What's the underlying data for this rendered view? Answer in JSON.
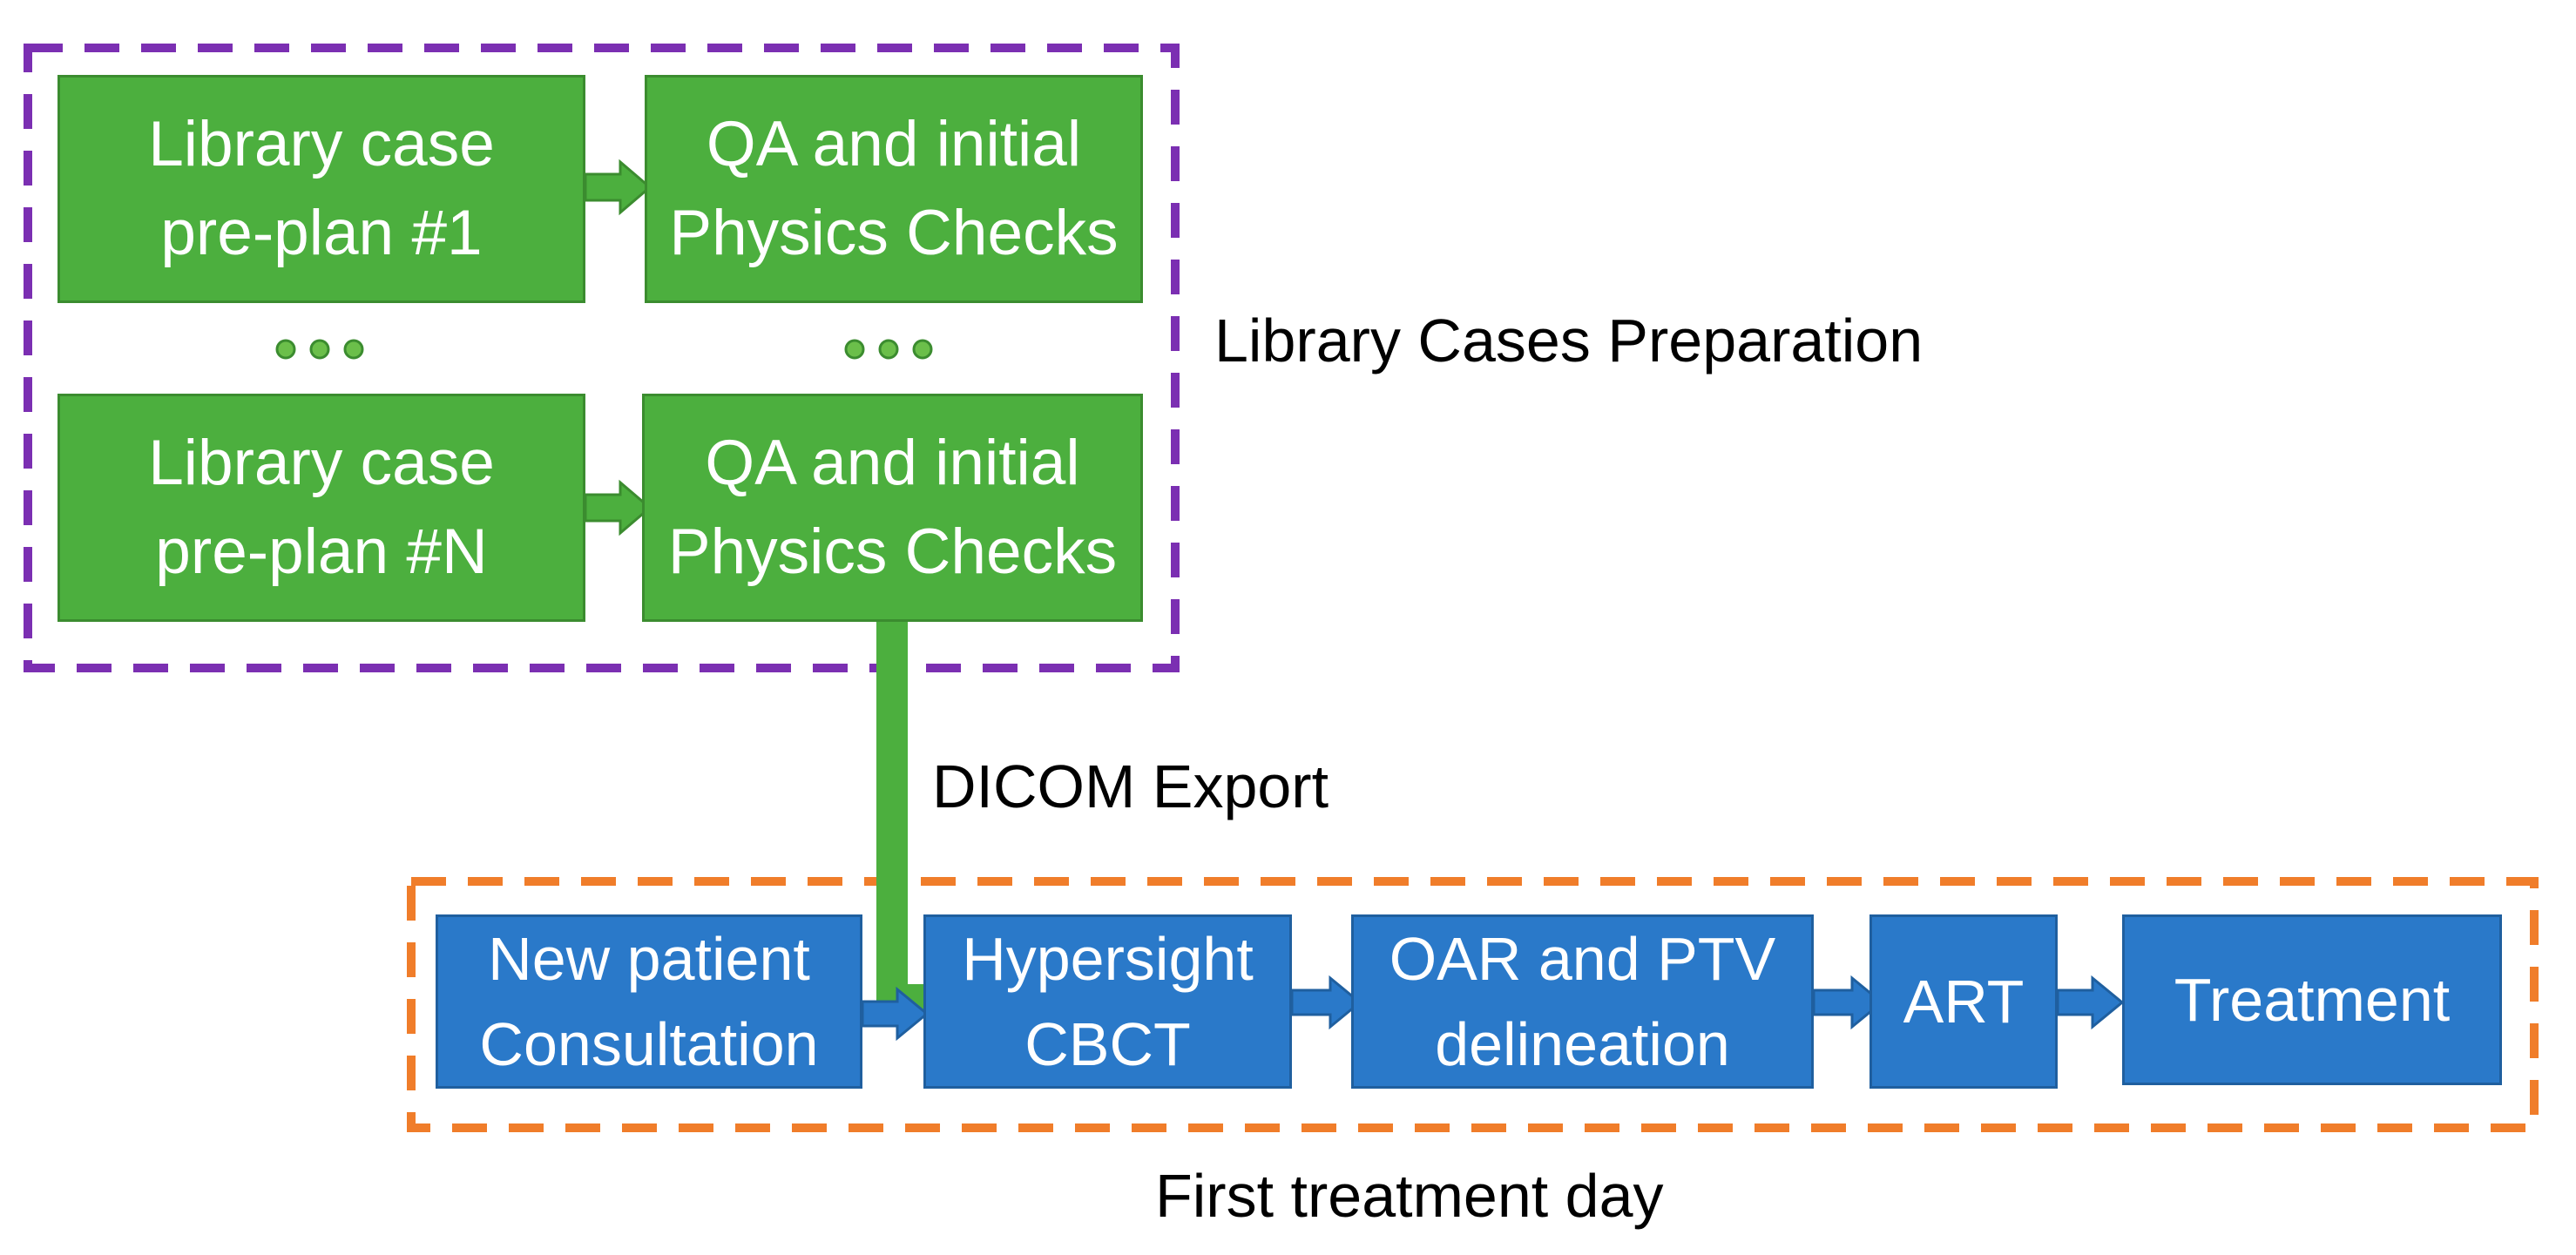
{
  "library_group": {
    "label": "Library Cases Preparation",
    "rows": [
      {
        "preplan": [
          "Library case",
          "pre-plan #1"
        ],
        "qa": [
          "QA and initial",
          "Physics Checks"
        ]
      },
      {
        "preplan": [
          "Library case",
          "pre-plan #N"
        ],
        "qa": [
          "QA and initial",
          "Physics Checks"
        ]
      }
    ],
    "border_color": "#7b2fb2"
  },
  "export_label": "DICOM Export",
  "treatment_group": {
    "label": "First treatment day",
    "steps": [
      [
        "New patient",
        "Consultation"
      ],
      [
        "Hypersight",
        "CBCT"
      ],
      [
        "OAR and PTV",
        "delineation"
      ],
      [
        "ART"
      ],
      [
        "Treatment"
      ]
    ],
    "border_color": "#f07d2a"
  },
  "colors": {
    "green_box": "#4caf3e",
    "blue_box": "#2a79c9",
    "connector": "#4caf3e"
  }
}
